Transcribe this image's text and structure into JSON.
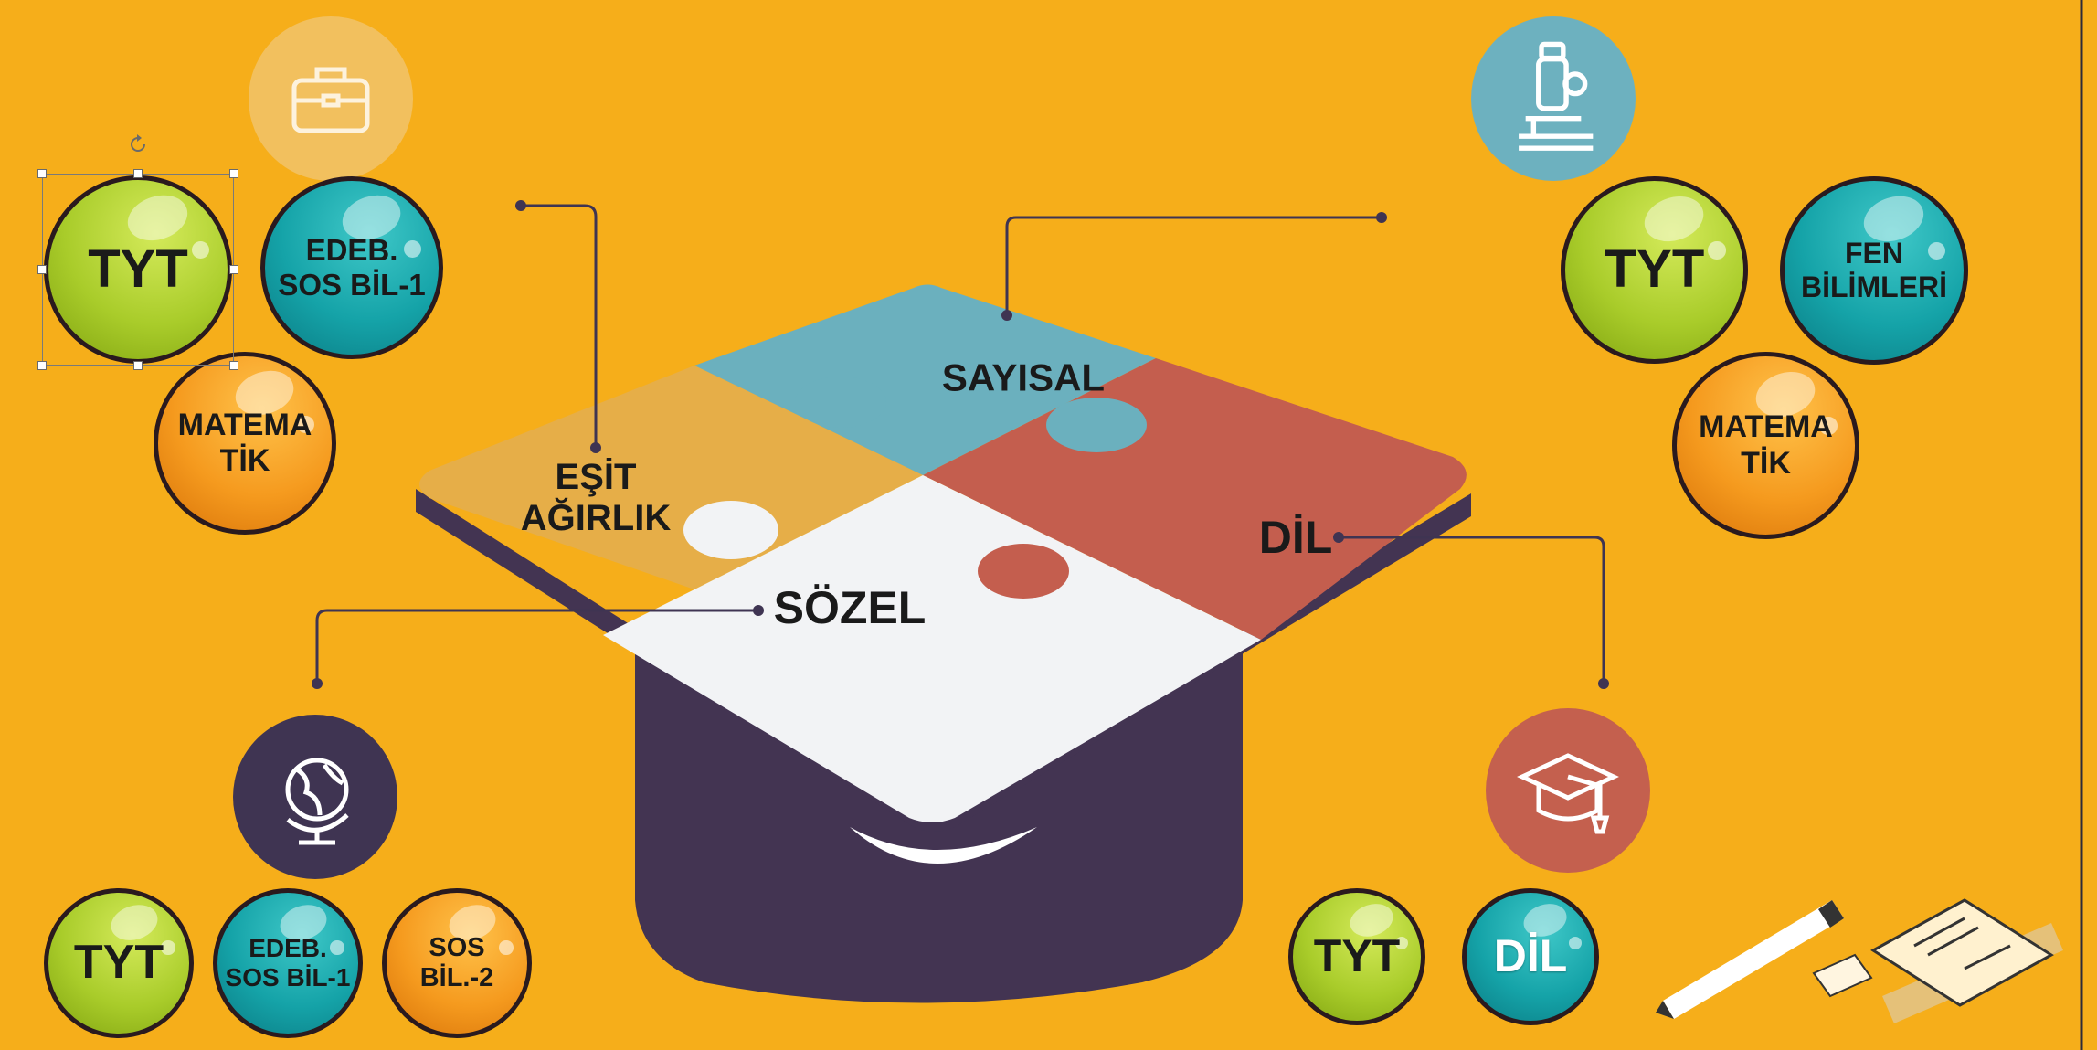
{
  "center": {
    "sayisal": "SAYISAL",
    "esit_line1": "EŞİT",
    "esit_line2": "AĞIRLIK",
    "sozel": "SÖZEL",
    "dil": "DİL"
  },
  "groups": {
    "esit": {
      "icon": "briefcase-icon",
      "balls": [
        {
          "lines": [
            "TYT"
          ],
          "color": "green"
        },
        {
          "lines": [
            "EDEB.",
            "SOS BİL-1"
          ],
          "color": "teal"
        },
        {
          "lines": [
            "MATEMA",
            "TİK"
          ],
          "color": "orange"
        }
      ]
    },
    "sayisal": {
      "icon": "microscope-icon",
      "balls": [
        {
          "lines": [
            "TYT"
          ],
          "color": "green"
        },
        {
          "lines": [
            "FEN",
            "BİLİMLERİ"
          ],
          "color": "teal"
        },
        {
          "lines": [
            "MATEMA",
            "TİK"
          ],
          "color": "orange"
        }
      ]
    },
    "sozel": {
      "icon": "globe-icon",
      "balls": [
        {
          "lines": [
            "TYT"
          ],
          "color": "green"
        },
        {
          "lines": [
            "EDEB.",
            "SOS BİL-1"
          ],
          "color": "teal"
        },
        {
          "lines": [
            "SOS",
            "BİL.-2"
          ],
          "color": "orange"
        }
      ]
    },
    "dil": {
      "icon": "graduation-cap-icon",
      "balls": [
        {
          "lines": [
            "TYT"
          ],
          "color": "green"
        },
        {
          "lines": [
            "DİL"
          ],
          "color": "teal"
        }
      ]
    }
  },
  "colors": {
    "background": "#F6AE1A",
    "puzzle_blue": "#6BB0BE",
    "puzzle_yellow": "#E6AE48",
    "puzzle_red": "#C45E4E",
    "puzzle_white": "#F2F3F5",
    "cap_dark": "#433452",
    "icon_beige": "#F2C46A",
    "icon_teal": "#6DB1BF",
    "icon_navy": "#3F3452",
    "icon_red": "#C4604E"
  }
}
